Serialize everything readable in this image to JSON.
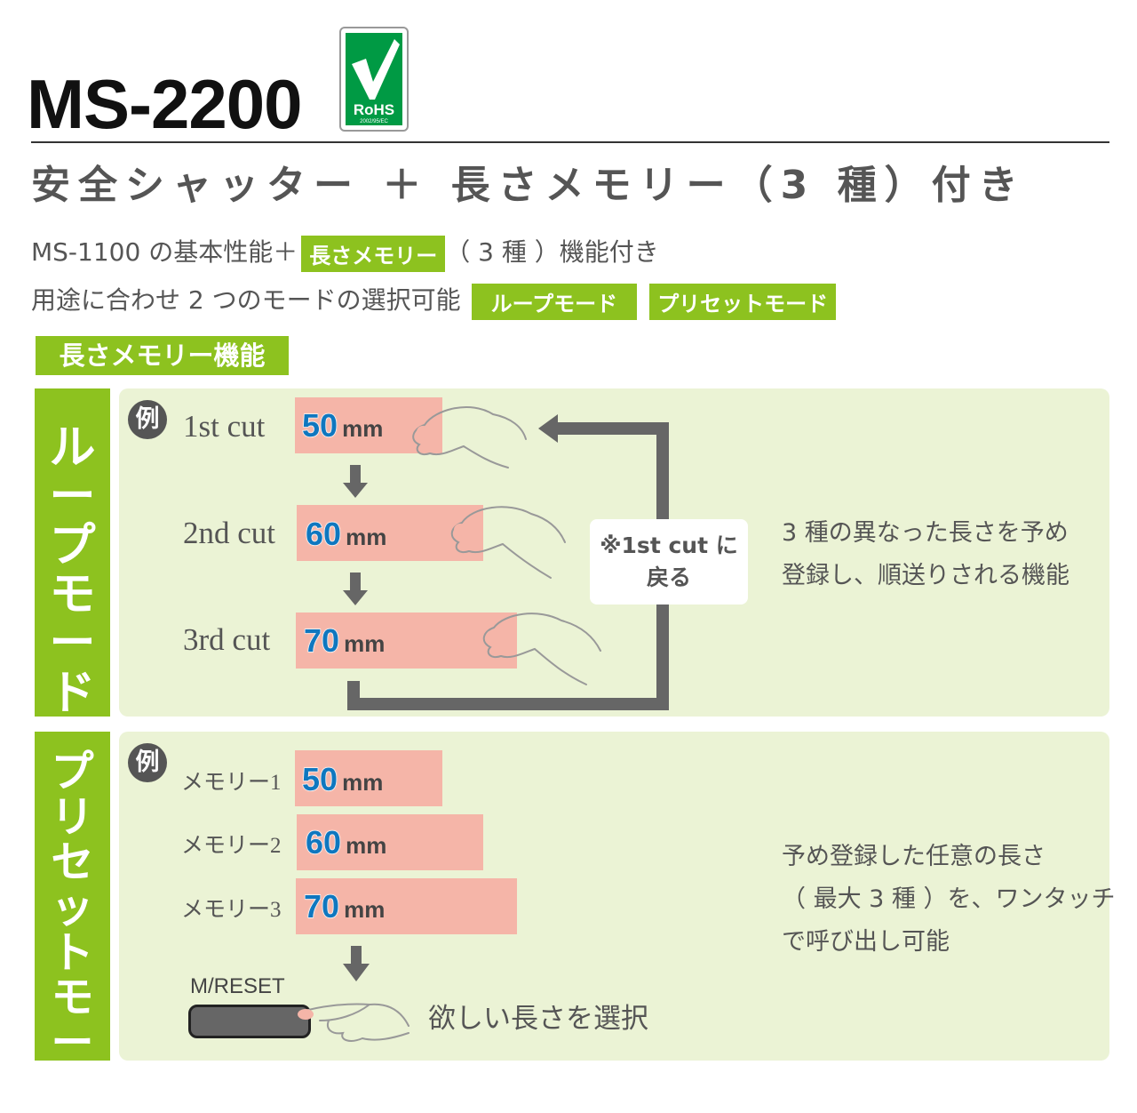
{
  "header": {
    "model": "MS-2200",
    "rohs_badge": {
      "label": "RoHS",
      "code": "2002/95/EC",
      "color": "#009a44"
    },
    "subtitle": "安全シャッター ＋ 長さメモリー（3 種）付き"
  },
  "intro": {
    "line1_prefix": "MS-1100 の基本性能＋",
    "line1_tag": "長さメモリー",
    "line1_suffix": "（ 3 種 ）機能付き",
    "line2_text": "用途に合わせ 2 つのモードの選択可能",
    "line2_tags": [
      "ループモード",
      "プリセットモード"
    ]
  },
  "section_tag": "長さメモリー機能",
  "colors": {
    "accent": "#8dc21f",
    "panel": "#ebf3d5",
    "bar": "#f5b5a8",
    "value": "#0f77bf",
    "arrow": "#666666"
  },
  "loop_mode": {
    "title": "ループモード",
    "example_badge": "例",
    "rows": [
      {
        "label": "1st cut",
        "value": "50",
        "unit": "mm"
      },
      {
        "label": "2nd cut",
        "value": "60",
        "unit": "mm"
      },
      {
        "label": "3rd cut",
        "value": "70",
        "unit": "mm"
      }
    ],
    "return_note_line1": "※1st cut に",
    "return_note_line2": "戻る",
    "description_line1": "3 種の異なった長さを予め",
    "description_line2": "登録し、順送りされる機能"
  },
  "preset_mode": {
    "title": "プリセットモード",
    "example_badge": "例",
    "rows": [
      {
        "label": "メモリー1",
        "value": "50",
        "unit": "mm"
      },
      {
        "label": "メモリー2",
        "value": "60",
        "unit": "mm"
      },
      {
        "label": "メモリー3",
        "value": "70",
        "unit": "mm"
      }
    ],
    "reset_label": "M/RESET",
    "select_text": "欲しい長さを選択",
    "description_line1": "予め登録した任意の長さ",
    "description_line2": "（ 最大 3 種 ）を、ワンタッチ",
    "description_line3": "で呼び出し可能"
  },
  "icons": [
    "check-icon",
    "hand-icon",
    "down-arrow-icon",
    "loop-arrow-icon",
    "pointing-hand-icon"
  ]
}
